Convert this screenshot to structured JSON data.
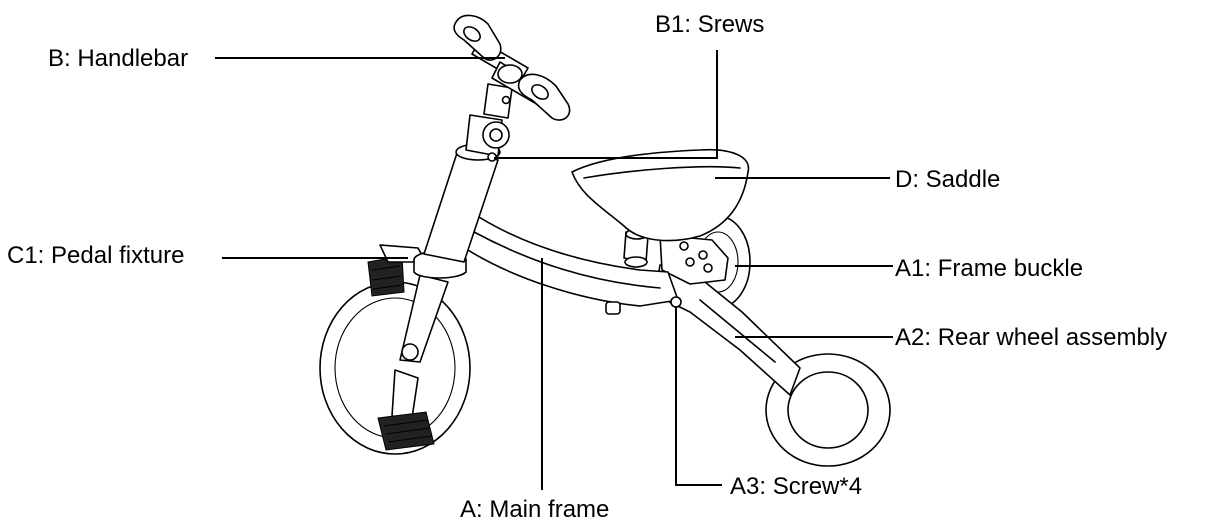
{
  "diagram": {
    "labels": {
      "b1_screws": "B1: Srews",
      "b_handlebar": "B: Handlebar",
      "d_saddle": "D: Saddle",
      "c1_pedal_fixture": "C1: Pedal fixture",
      "a1_frame_buckle": "A1: Frame buckle",
      "a2_rear_wheel_assembly": "A2: Rear wheel assembly",
      "a3_screw": "A3: Screw*4",
      "a_main_frame": "A: Main frame"
    }
  }
}
